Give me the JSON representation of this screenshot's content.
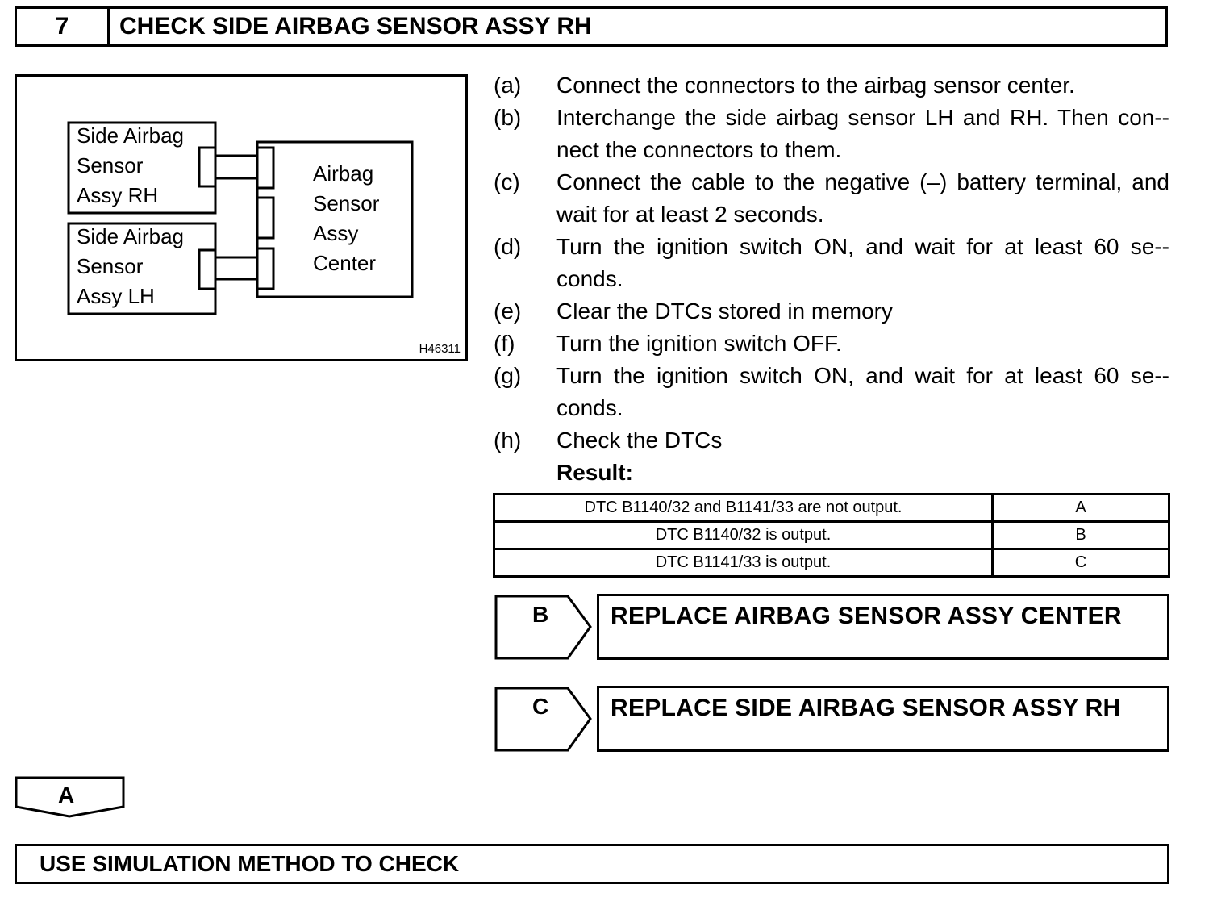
{
  "header": {
    "step_number": "7",
    "title": "CHECK SIDE AIRBAG SENSOR ASSY RH"
  },
  "diagram": {
    "sensor_rh_lines": [
      "Side Airbag",
      "Sensor",
      "Assy RH"
    ],
    "sensor_lh_lines": [
      "Side Airbag",
      "Sensor",
      "Assy LH"
    ],
    "center_lines": [
      "Airbag",
      "Sensor",
      "Assy",
      "Center"
    ],
    "figure_id": "H46311"
  },
  "steps": [
    {
      "letter": "(a)",
      "text": "Connect the connectors to the airbag sensor center."
    },
    {
      "letter": "(b)",
      "text": "Interchange the side airbag sensor LH and RH. Then con-­nect the connectors to them."
    },
    {
      "letter": "(c)",
      "text": "Connect the cable to the negative (–) battery terminal, and wait for at least 2 seconds."
    },
    {
      "letter": "(d)",
      "text": "Turn the ignition switch ON, and wait for at least 60 se-­conds."
    },
    {
      "letter": "(e)",
      "text": "Clear the DTCs stored in memory"
    },
    {
      "letter": "(f)",
      "text": "Turn the ignition switch OFF."
    },
    {
      "letter": "(g)",
      "text": "Turn the ignition switch ON, and wait for at least 60 se-­conds."
    },
    {
      "letter": "(h)",
      "text": "Check the DTCs"
    }
  ],
  "result_label": "Result:",
  "result_table": [
    {
      "condition": "DTC B1140/32 and B1141/33 are not output.",
      "code": "A"
    },
    {
      "condition": "DTC B1140/32 is output.",
      "code": "B"
    },
    {
      "condition": "DTC B1141/33 is output.",
      "code": "C"
    }
  ],
  "outcomes": [
    {
      "code": "B",
      "action": "REPLACE AIRBAG SENSOR ASSY CENTER"
    },
    {
      "code": "C",
      "action": "REPLACE SIDE AIRBAG SENSOR ASSY RH"
    }
  ],
  "next": {
    "code": "A",
    "action": "USE SIMULATION METHOD TO CHECK"
  }
}
